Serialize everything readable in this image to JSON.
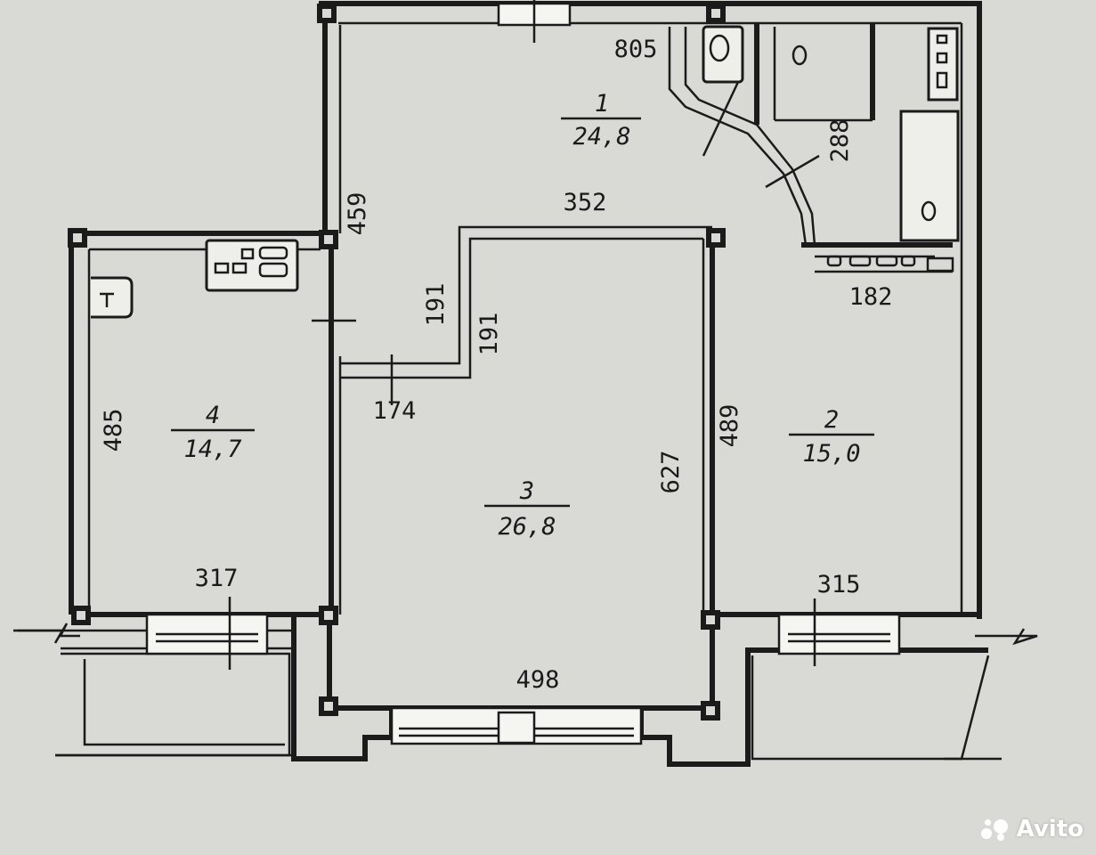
{
  "rooms": [
    {
      "number": "1",
      "area": "24,8"
    },
    {
      "number": "2",
      "area": "15,0"
    },
    {
      "number": "3",
      "area": "26,8"
    },
    {
      "number": "4",
      "area": "14,7"
    }
  ],
  "dimensions": {
    "d805": "805",
    "d288": "288",
    "d459": "459",
    "d352": "352",
    "d182": "182",
    "d191a": "191",
    "d191b": "191",
    "d174": "174",
    "d485": "485",
    "d489": "489",
    "d627": "627",
    "d317": "317",
    "d315": "315",
    "d498": "498"
  },
  "watermark": "Avito"
}
